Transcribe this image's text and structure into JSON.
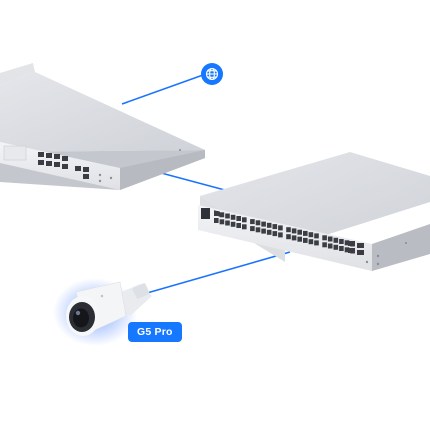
{
  "colors": {
    "link": "#1a73ff",
    "accent": "#1677ff",
    "device_top": "#d9dbe0",
    "device_front": "#eceef1",
    "device_side": "#b9bcc3",
    "port": "#3a3d44",
    "camera_glow": "#4a7dff"
  },
  "nodes": {
    "internet": {
      "icon": "globe-icon"
    },
    "gateway": {
      "icon": "rack-gateway"
    },
    "switch": {
      "icon": "rack-switch-48"
    },
    "camera": {
      "icon": "bullet-camera",
      "label": "G5 Pro"
    }
  },
  "links": [
    {
      "from": "internet",
      "to": "gateway"
    },
    {
      "from": "gateway",
      "to": "switch"
    },
    {
      "from": "switch",
      "to": "camera"
    }
  ]
}
